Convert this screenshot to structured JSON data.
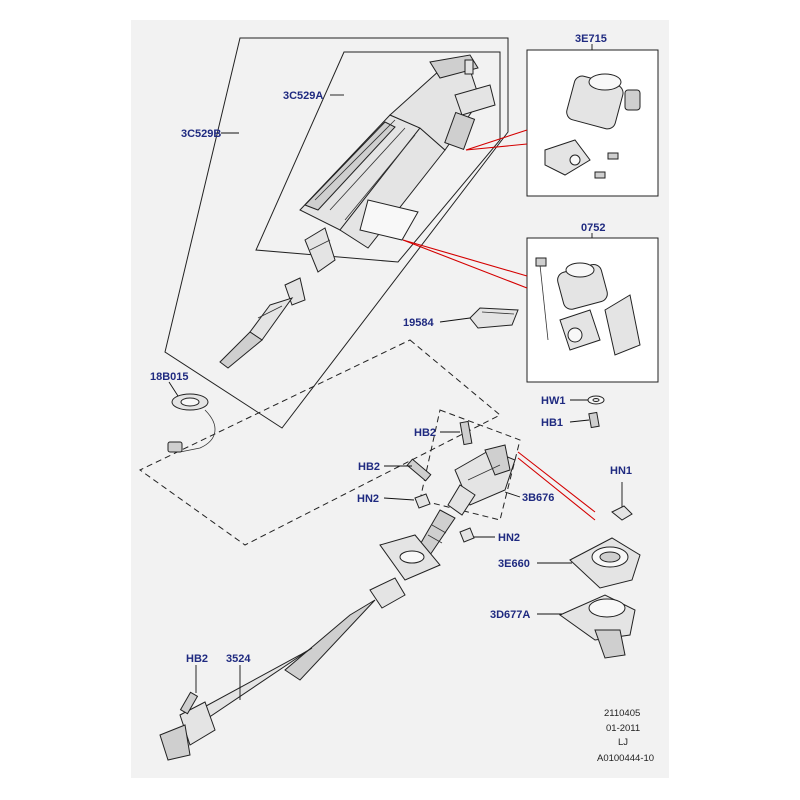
{
  "callouts": {
    "c_3c529b": "3C529B",
    "c_3c529a": "3C529A",
    "c_3e715": "3E715",
    "c_0752": "0752",
    "c_19584": "19584",
    "c_18b015": "18B015",
    "c_hw1": "HW1",
    "c_hb1": "HB1",
    "c_hb2_a": "HB2",
    "c_hb2_b": "HB2",
    "c_hn1": "HN1",
    "c_hn2_a": "HN2",
    "c_3b676": "3B676",
    "c_hn2_b": "HN2",
    "c_3e660": "3E660",
    "c_3d677a": "3D677A",
    "c_hb2_c": "HB2",
    "c_3524": "3524"
  },
  "footer": {
    "line1": "2110405",
    "line2": "01-2011",
    "line3": "LJ",
    "line4": "A0100444-10"
  },
  "colors": {
    "callout_text": "#1f2a80",
    "background": "#f2f2f2",
    "highlight_line": "#d40000"
  }
}
